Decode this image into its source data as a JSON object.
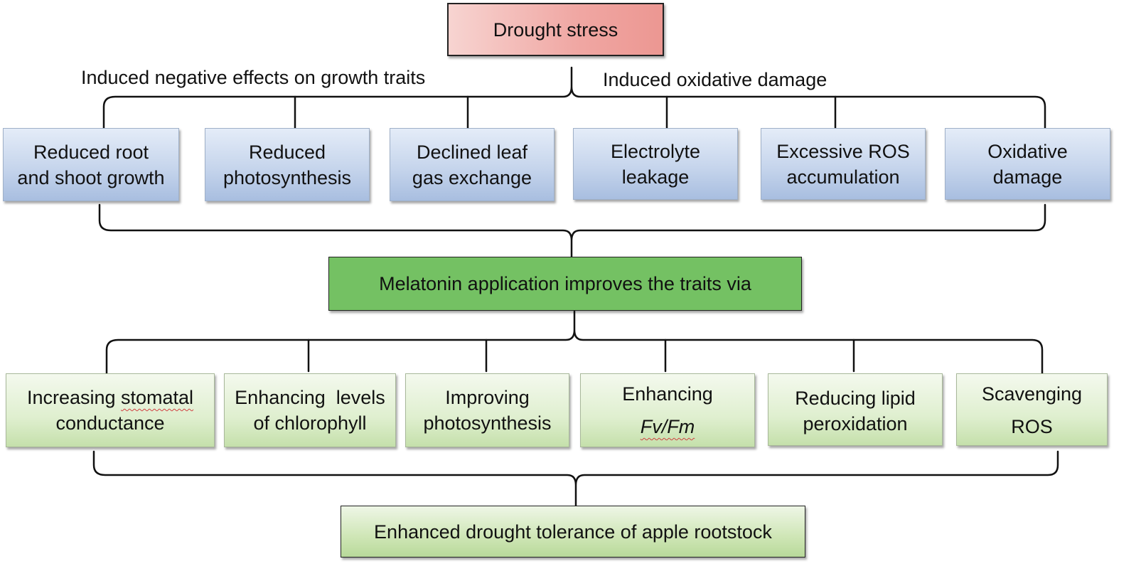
{
  "top": {
    "title": "Drought stress"
  },
  "branch_labels": {
    "left": "Induced negative effects on growth traits",
    "right": "Induced oxidative damage"
  },
  "effects": [
    {
      "line1": "Reduced root",
      "line2": "and shoot growth"
    },
    {
      "line1": "Reduced",
      "line2": "photosynthesis"
    },
    {
      "line1": "Declined leaf",
      "line2": "gas exchange"
    },
    {
      "line1": "Electrolyte",
      "line2": "leakage"
    },
    {
      "line1": "Excessive ROS",
      "line2": "accumulation"
    },
    {
      "line1": "Oxidative",
      "line2": "damage"
    }
  ],
  "middle": {
    "title": "Melatonin application improves the traits via"
  },
  "mechanisms": [
    {
      "line1_pre": "Increasing ",
      "line1_mark": "stomatal",
      "line2": "conductance"
    },
    {
      "line1": "Enhancing  levels",
      "line2": "of chlorophyll"
    },
    {
      "line1": "Improving",
      "line2": "photosynthesis"
    },
    {
      "line1": "Enhancing",
      "line2": "Fv/Fm"
    },
    {
      "line1": "Reducing lipid",
      "line2": "peroxidation"
    },
    {
      "line1": "Scavenging",
      "line2": "ROS"
    }
  ],
  "bottom": {
    "title": "Enhanced drought tolerance of apple rootstock"
  }
}
